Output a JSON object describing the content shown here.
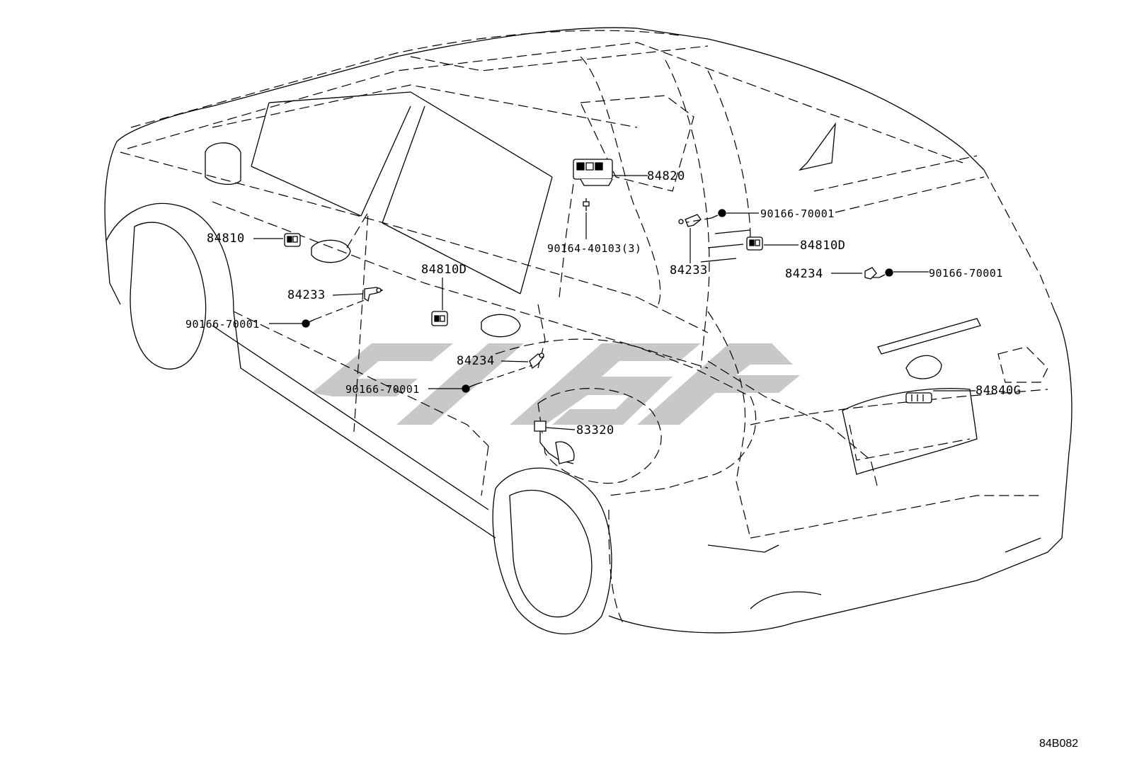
{
  "callouts": {
    "c84810": "84810",
    "c84233_left": "84233",
    "c90166_left": "90166-70001",
    "c84810D_mid": "84810D",
    "c84234_mid": "84234",
    "c90166_mid": "90166-70001",
    "c83320": "83320",
    "c84820": "84820",
    "c90164": "90164-40103(3)",
    "c84233_right": "84233",
    "c90166_top": "90166-70001",
    "c84810D_right": "84810D",
    "c84234_right": "84234",
    "c90166_right": "90166-70001",
    "c84840G": "84840G"
  },
  "diagram_ref": "84B082",
  "watermark_color": "#c8c8c8"
}
